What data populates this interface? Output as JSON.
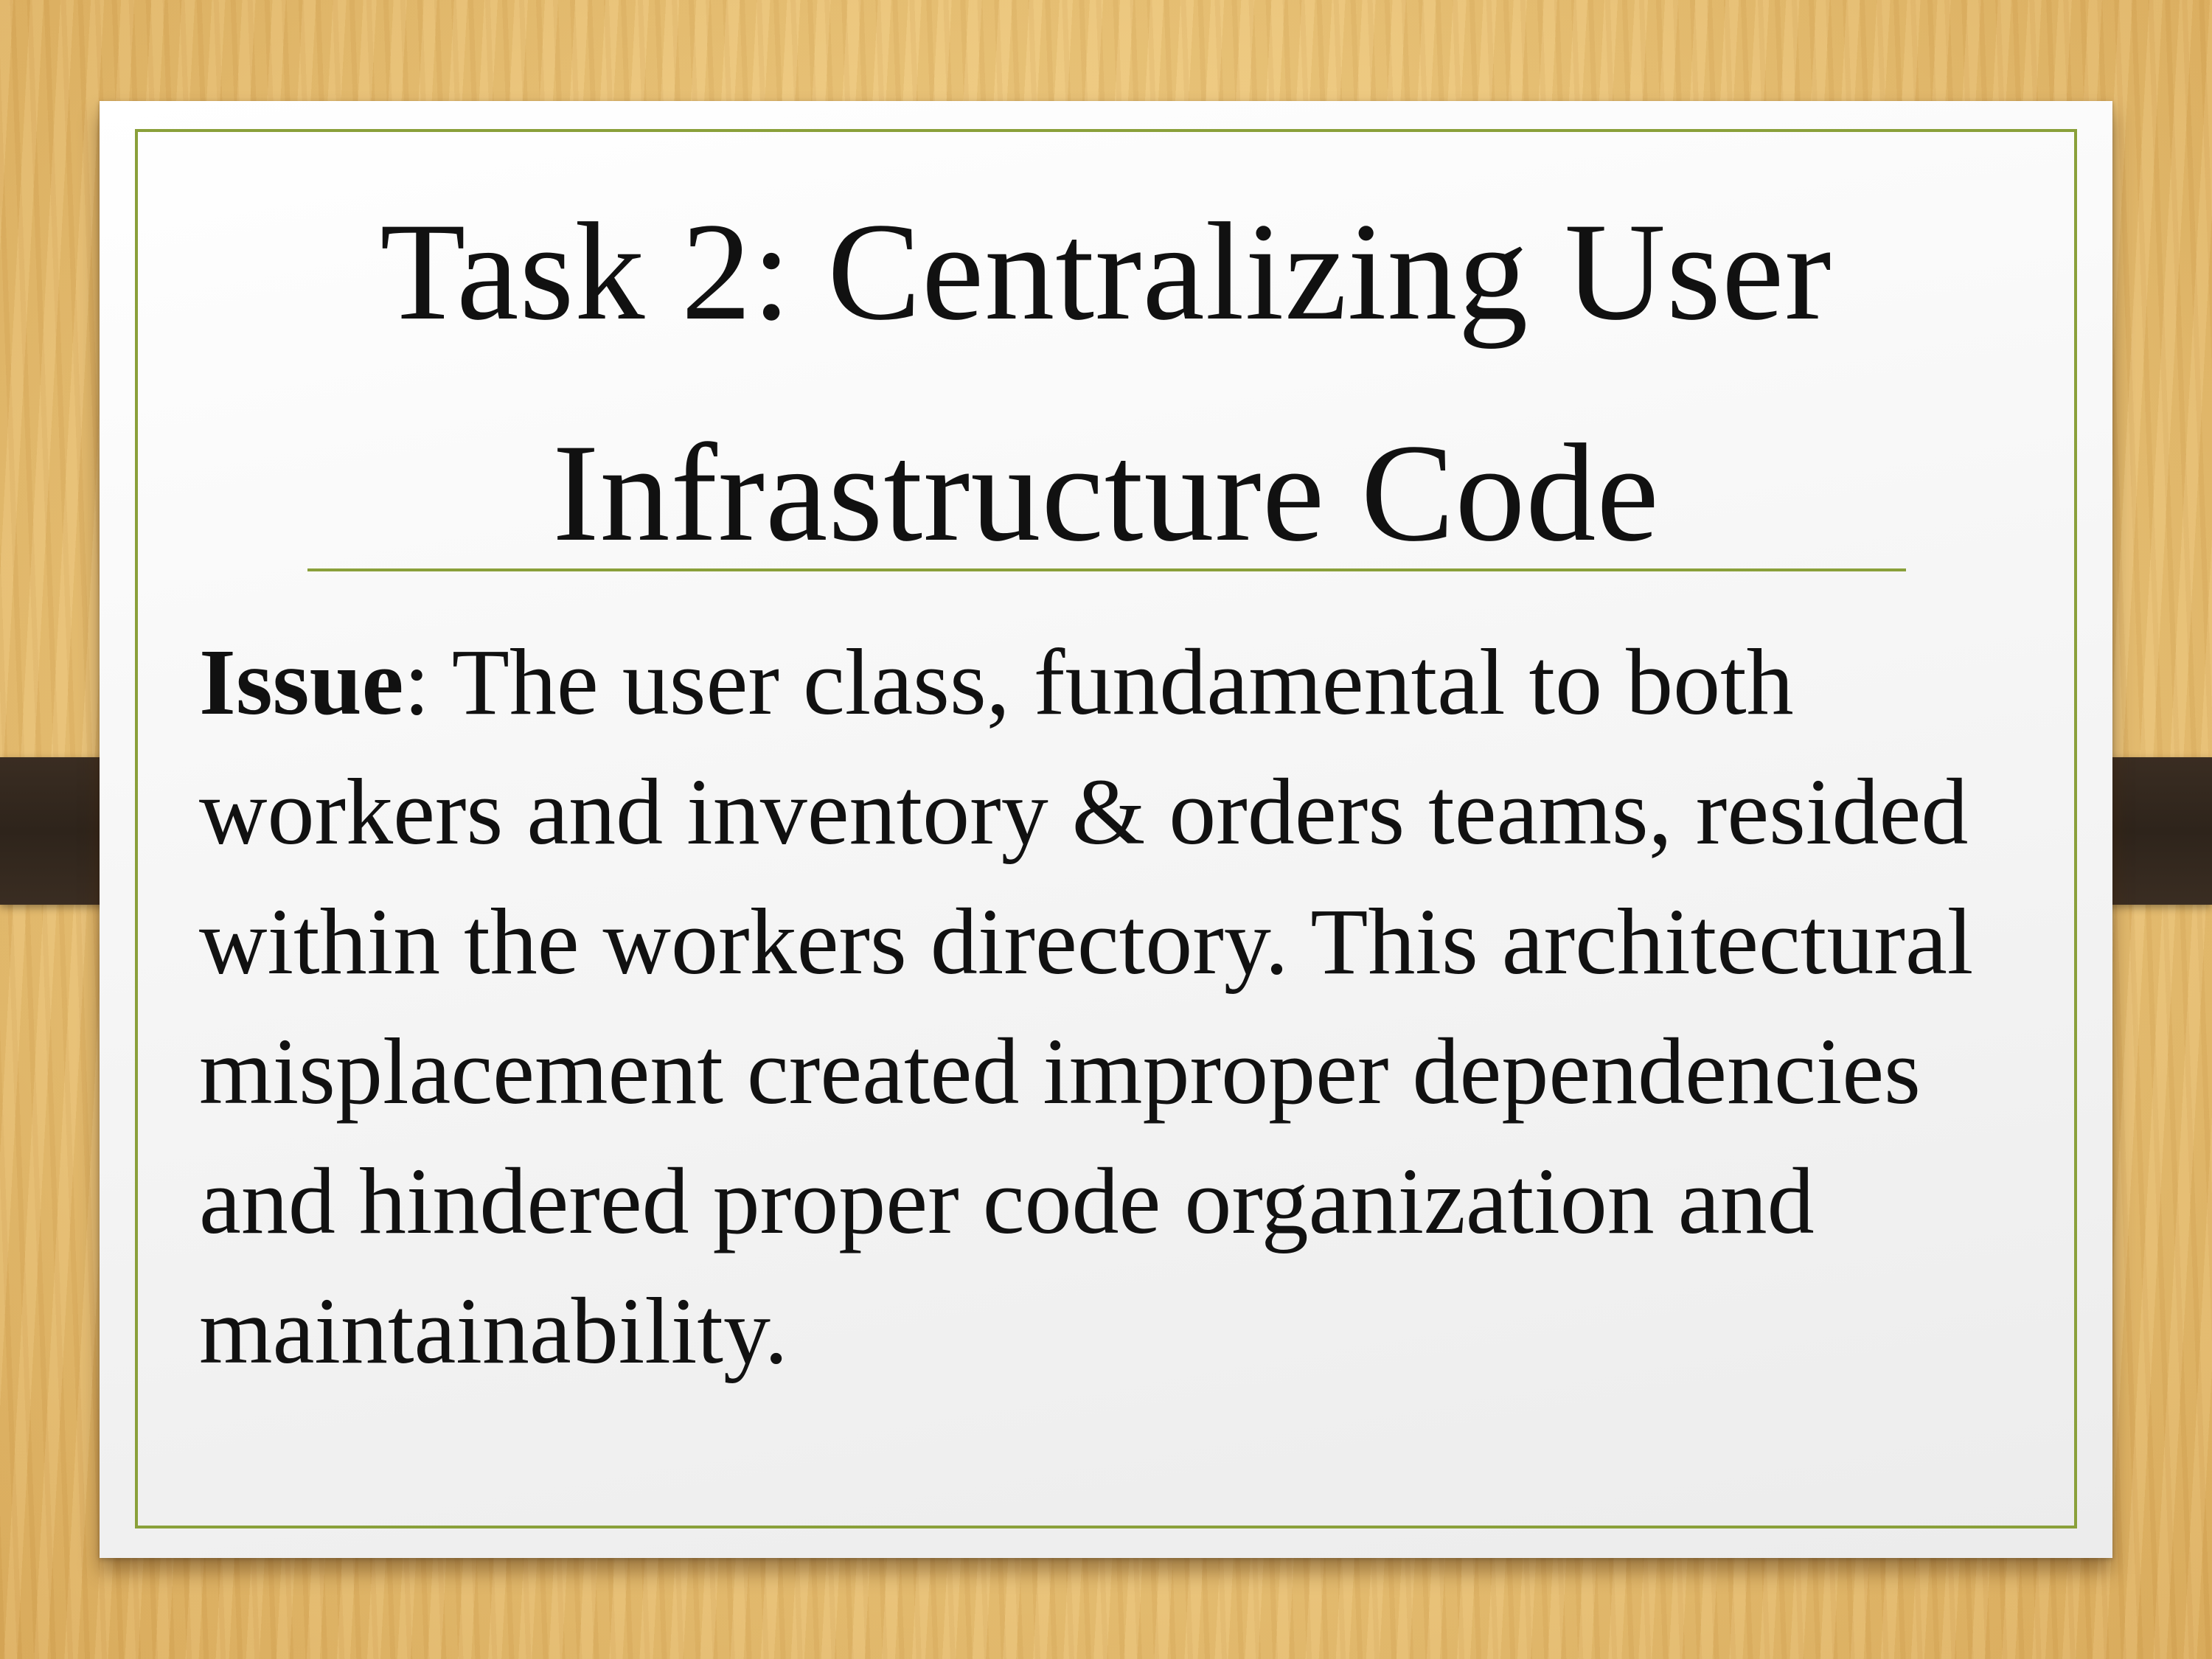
{
  "slide": {
    "title_line1": "Task 2: Centralizing User",
    "title_line2": "Infrastructure Code",
    "issue_label": "Issue",
    "issue_separator": ":",
    "issue_text": " The user class, fundamental to both workers and inventory & orders teams, resided within the workers directory. This architectural misplacement created improper dependencies and hindered proper code organization and maintainability."
  },
  "colors": {
    "accent_green": "#8aa03a",
    "text": "#111111",
    "strap": "#2e241b",
    "wood_background": "#ebc477"
  }
}
